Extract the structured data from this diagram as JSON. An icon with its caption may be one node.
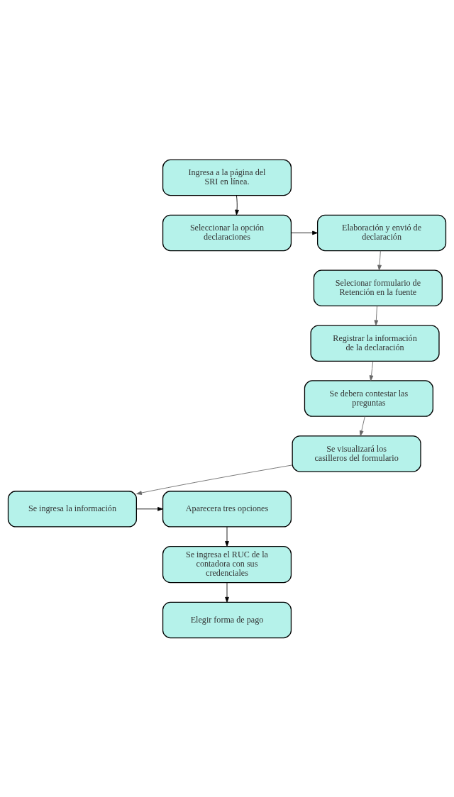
{
  "diagram": {
    "nodes": [
      {
        "text": [
          "Ingresa a la página del SRI en línea."
        ]
      },
      {
        "text": [
          "Seleccionar la opción declaraciones"
        ]
      },
      {
        "text": [
          "Elaboración y envió de declaración"
        ]
      },
      {
        "text": [
          "Selecionar formulario de Retención en la fuente"
        ]
      },
      {
        "text": [
          "Registrar la información de la declaración"
        ]
      },
      {
        "text": [
          "Se debera contestar las preguntas"
        ]
      },
      {
        "text": [
          "Se visualizará los casilleros del formulario"
        ]
      },
      {
        "text": [
          "Se ingresa la información"
        ]
      },
      {
        "text": [
          "Aparecera tres opciones"
        ]
      },
      {
        "text": [
          "Se ingresa el RUC de la contadora con sus credenciales"
        ]
      },
      {
        "text": [
          "Elegir forma de pago"
        ]
      }
    ],
    "edges": [
      {
        "from": 0,
        "to": 1,
        "arrow": "to"
      },
      {
        "from": 1,
        "to": 2,
        "arrow": "to"
      },
      {
        "from": 2,
        "to": 3,
        "arrow": "to",
        "color": "#666666"
      },
      {
        "from": 3,
        "to": 4,
        "arrow": "to",
        "color": "#666666"
      },
      {
        "from": 4,
        "to": 5,
        "arrow": "to",
        "color": "#666666"
      },
      {
        "from": 5,
        "to": 6,
        "arrow": "to",
        "color": "#666666"
      },
      {
        "from": 6,
        "to": 7,
        "arrow": "to",
        "color": "#666666"
      },
      {
        "from": 7,
        "to": 8,
        "arrow": "to"
      },
      {
        "from": 8,
        "to": 9,
        "arrow": "to"
      },
      {
        "from": 9,
        "to": 10,
        "arrow": "to"
      }
    ]
  }
}
